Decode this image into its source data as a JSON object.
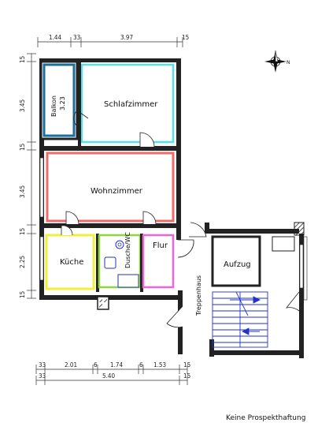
{
  "dimensions": {
    "top": [
      "1.44",
      "33",
      "3.97",
      "15"
    ],
    "left": [
      "15",
      "3.45",
      "15",
      "3.45",
      "15",
      "2.25",
      "15"
    ],
    "bottom_row1": [
      "33",
      "2.01",
      "6",
      "1.74",
      "6",
      "1.53",
      "15"
    ],
    "bottom_row2": [
      "33",
      "5.40",
      "15"
    ],
    "balcony_inner": "3.23"
  },
  "rooms": {
    "balkon": "Balkon",
    "schlafzimmer": "Schlafzimmer",
    "wohnzimmer": "Wohnzimmer",
    "kueche": "Küche",
    "dusche_wc": "Dusche/WC",
    "flur": "Flur",
    "aufzug": "Aufzug",
    "treppenhaus": "Treppenhaus"
  },
  "compass_label": "N",
  "disclaimer": "Keine Prospekthaftung",
  "colors": {
    "balkon": "#1a6f9a",
    "schlafzimmer": "#56e0ea",
    "wohnzimmer": "#ee6b6b",
    "kueche": "#f2ee3a",
    "bad": "#8fd63a",
    "flur": "#ee66d6",
    "stairs_blue": "#2233cc",
    "wall": "#222222"
  }
}
